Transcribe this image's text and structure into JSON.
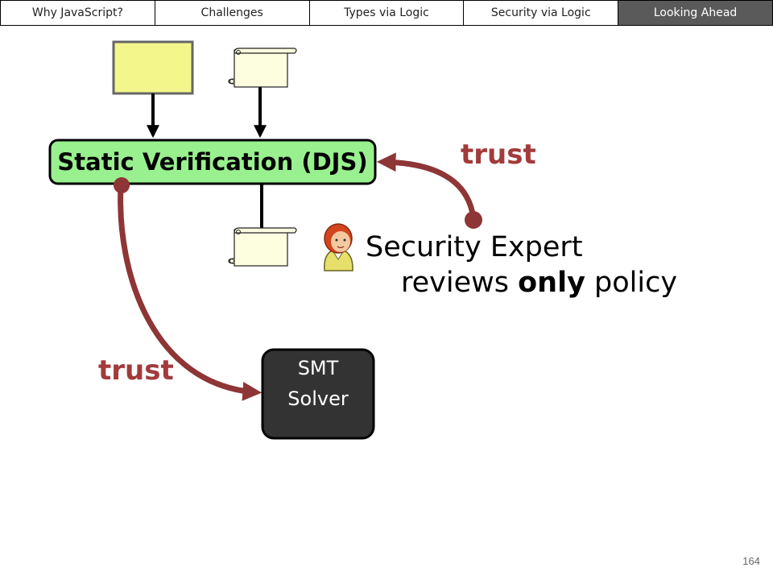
{
  "nav": {
    "tabs": [
      {
        "label": "Why JavaScript?",
        "active": false
      },
      {
        "label": "Challenges",
        "active": false
      },
      {
        "label": "Types via Logic",
        "active": false
      },
      {
        "label": "Security via Logic",
        "active": false
      },
      {
        "label": "Looking Ahead",
        "active": true
      }
    ]
  },
  "diagram": {
    "static_verification": "Static Verification (DJS)",
    "trust_top": "trust",
    "trust_bottom": "trust",
    "security_expert": "Security Expert",
    "reviews_pre": "reviews ",
    "reviews_bold": "only",
    "reviews_post": " policy",
    "smt_line1": "SMT",
    "smt_line2": "Solver"
  },
  "colors": {
    "trust_red": "#a23b3b",
    "verification_green": "#99f08f",
    "input_yellow": "#f3f78b",
    "scroll_fill": "#fdfde0",
    "solver_dark": "#333333",
    "active_tab": "#5a5a5a"
  },
  "icons": {
    "scroll": "scroll-icon",
    "person": "security-expert-icon"
  },
  "page_number": "164"
}
